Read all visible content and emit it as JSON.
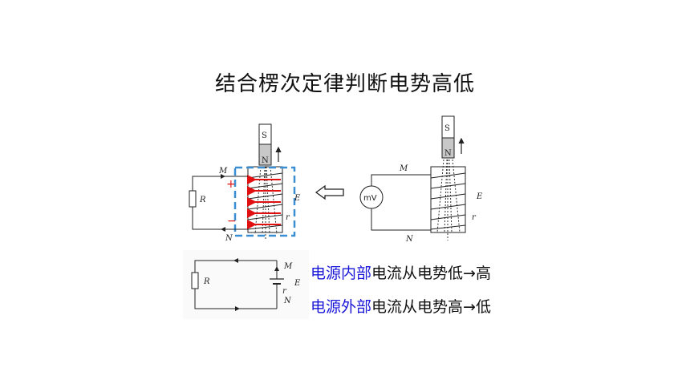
{
  "title": "结合楞次定律判断电势高低",
  "labels": {
    "S": "S",
    "N_pole": "N",
    "M": "M",
    "N": "N",
    "R": "R",
    "E": "E",
    "r": "r",
    "plus": "+",
    "minus": "−",
    "meter": "mV"
  },
  "rules": [
    {
      "part": "电源内部",
      "text": "电流从电势低",
      "arrow": "→",
      "end": "高"
    },
    {
      "part": "电源外部",
      "text": "电流从电势高",
      "arrow": "→",
      "end": "低"
    }
  ],
  "colors": {
    "accent": "#1a16d8",
    "red": "#e01010",
    "dash_box": "#3a8fd4"
  }
}
